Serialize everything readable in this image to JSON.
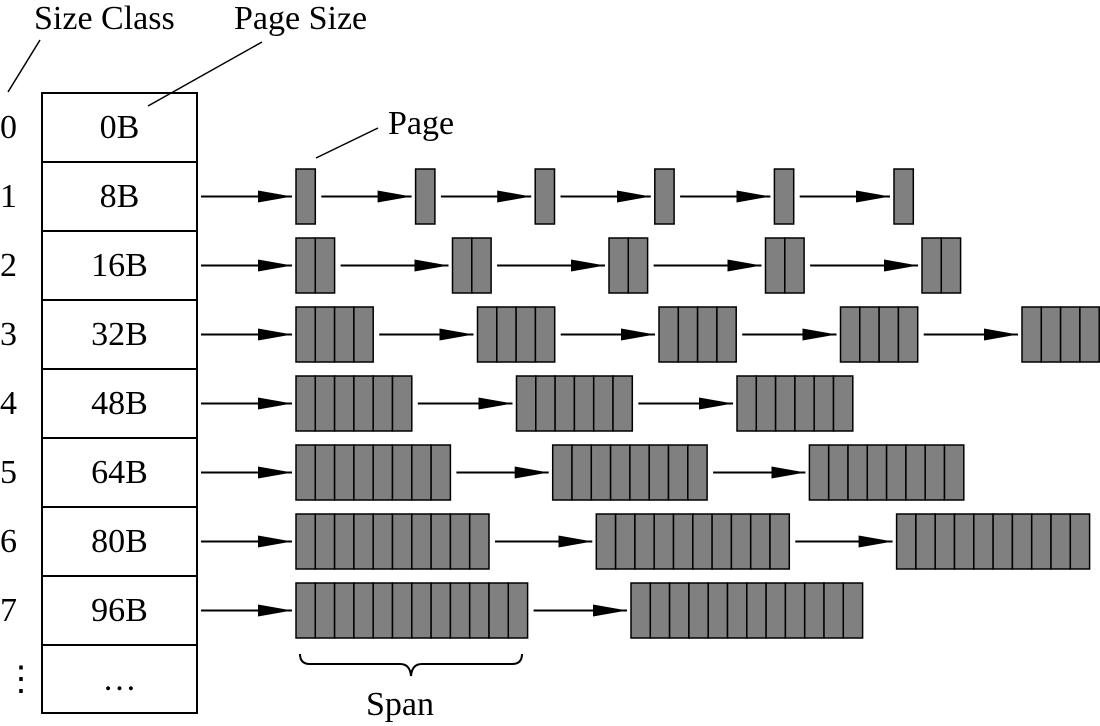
{
  "labels": {
    "size_class": "Size Class",
    "page_size": "Page Size",
    "page": "Page",
    "span": "Span"
  },
  "rows": [
    {
      "index": "0",
      "size": "0B",
      "spans": 0,
      "pages_per_span": 0
    },
    {
      "index": "1",
      "size": "8B",
      "spans": 6,
      "pages_per_span": 1
    },
    {
      "index": "2",
      "size": "16B",
      "spans": 5,
      "pages_per_span": 2
    },
    {
      "index": "3",
      "size": "32B",
      "spans": 5,
      "pages_per_span": 4
    },
    {
      "index": "4",
      "size": "48B",
      "spans": 3,
      "pages_per_span": 6
    },
    {
      "index": "5",
      "size": "64B",
      "spans": 3,
      "pages_per_span": 8
    },
    {
      "index": "6",
      "size": "80B",
      "spans": 3,
      "pages_per_span": 10
    },
    {
      "index": "7",
      "size": "96B",
      "spans": 2,
      "pages_per_span": 12
    },
    {
      "index": "⋮",
      "size": "…",
      "spans": 0,
      "pages_per_span": 0
    }
  ],
  "colors": {
    "page_fill": "#808080",
    "stroke": "#000000",
    "background": "#ffffff"
  }
}
